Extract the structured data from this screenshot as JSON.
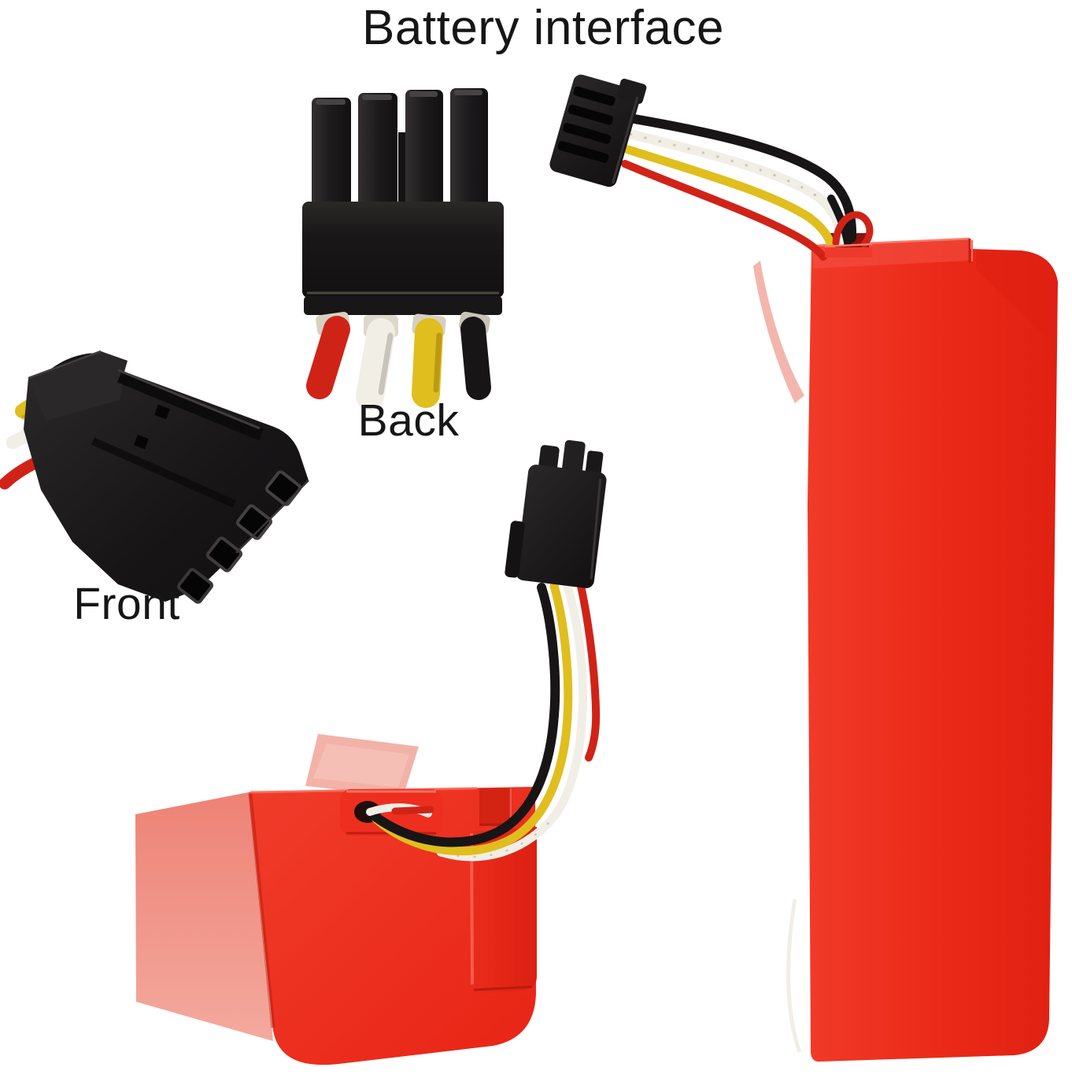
{
  "title": "Battery interface",
  "labels": {
    "back": "Back",
    "front": "Front"
  },
  "colors": {
    "background": "#ffffff",
    "text": "#161616",
    "battery_red": "#ec2a1a",
    "battery_side": "#f0897d",
    "tape_pink": "#f2b2a8",
    "plastic_black": "#1b191a",
    "wire_black": "#171515",
    "wire_red": "#d02318",
    "wire_yellow": "#e0be1e",
    "wire_white": "#f1eee6"
  },
  "parts": {
    "back_connector": "battery plug back view",
    "front_connector": "battery plug front view",
    "cable_connector": "wired plug attached to standing battery",
    "middle_connector": "wired plug attached to angled battery",
    "battery_pack_tall": "red battery pack standing",
    "battery_pack_angled": "red battery pack angled"
  }
}
